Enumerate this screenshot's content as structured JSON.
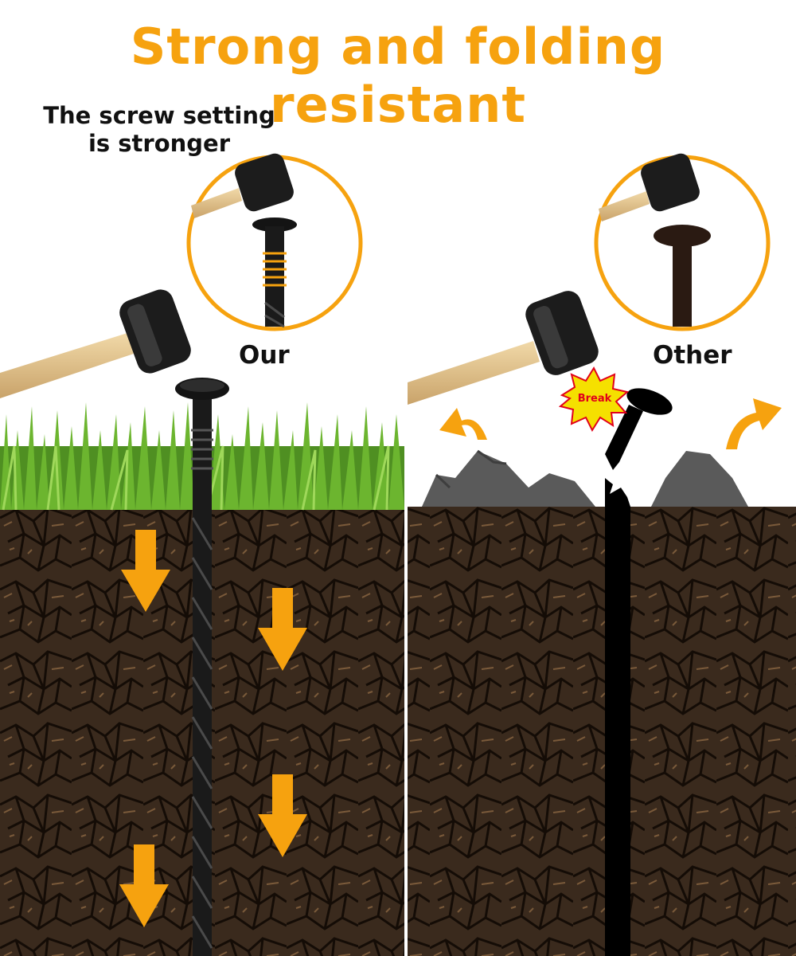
{
  "headline": "Strong and folding resistant",
  "subtitle": {
    "line1": "The screw setting",
    "line2": "is stronger"
  },
  "labels": {
    "ours": "Our",
    "other": "Other",
    "break": "Break"
  },
  "colors": {
    "accent": "#f6a20f",
    "soil": "#3a2a1d",
    "grass": "#5fa02a",
    "rock": "#5a5a5a",
    "stake": "#111111"
  },
  "icons": [
    "mallet-icon",
    "stake-icon",
    "down-arrow-icon",
    "curved-arrow-icon",
    "break-burst-icon"
  ]
}
